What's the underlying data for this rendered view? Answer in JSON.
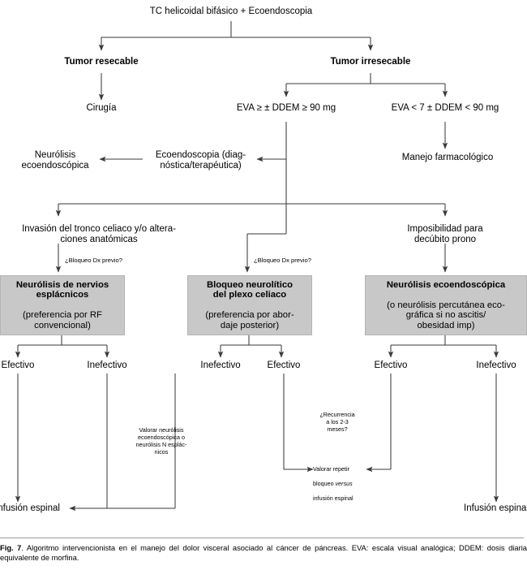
{
  "figure": {
    "caption_label": "Fig. 7",
    "caption_text": ". Algoritmo intervencionista en el manejo del dolor visceral asociado al cáncer de páncreas. EVA: escala visual analógica; DDEM: dosis diaria equivalente de morfina.",
    "box_fill": "#c8c8c8",
    "line_color": "#3a3a3a"
  },
  "nodes": {
    "root": "TC helicoidal bifásico + Ecoendoscopia",
    "resecable": "Tumor resecable",
    "irresecable": "Tumor irresecable",
    "cirugia": "Cirugía",
    "eva_high": "EVA ≥ ± DDEM ≥ 90 mg",
    "eva_low": "EVA < 7 ± DDEM < 90 mg",
    "neurolisis_eco": "Neurólisis\necoendoscópica",
    "ecoendoscopia_diag": "Ecoendoscopia (diag-\nnóstica/terapéutica)",
    "manejo_farm": "Manejo farmacológico",
    "invasion": "Invasión del tronco celiaco y/o altera-\nciones anatómicas",
    "imposibilidad": "Imposibilidad para\ndecúbito prono",
    "bloqueo_dx_1": "¿Bloqueo Dx previo?",
    "bloqueo_dx_2": "¿Bloqueo Dx previo?",
    "valorar_neurolisis": "Valorar neurólisis\necoendoscópica o\nneurólisis N esplác-\nnicos",
    "recurrencia": "¿Recurrencia\na los 2-3\nmeses?",
    "valorar_repetir_1": "Valorar repetir",
    "valorar_repetir_2": "bloqueo ",
    "valorar_repetir_2_ital": "versus",
    "valorar_repetir_3": "infusión espinal",
    "infusion_left": "Infusión espinal",
    "infusion_right": "Infusión espinal"
  },
  "treatment_boxes": [
    {
      "id": "neurolisis-nervios-esplacnicos",
      "title": "Neurólisis de nervios\nesplácnicos",
      "detail": "(preferencia por RF\nconvencional)"
    },
    {
      "id": "bloqueo-neurolitico-plexo-celiaco",
      "title": "Bloqueo neurolítico\ndel plexo celiaco",
      "detail": "(preferencia por abor-\ndaje posterior)"
    },
    {
      "id": "neurolisis-ecoendoscopica",
      "title": "Neurólisis ecoendoscópica",
      "detail": "(o neurólisis percutánea eco-\ngráfica si no ascitis/\nobesidad imp)"
    }
  ],
  "outcomes": {
    "box1_left": "Efectivo",
    "box1_right": "Inefectivo",
    "box2_left": "Inefectivo",
    "box2_right": "Efectivo",
    "box3_left": "Efectivo",
    "box3_right": "Inefectivo"
  }
}
